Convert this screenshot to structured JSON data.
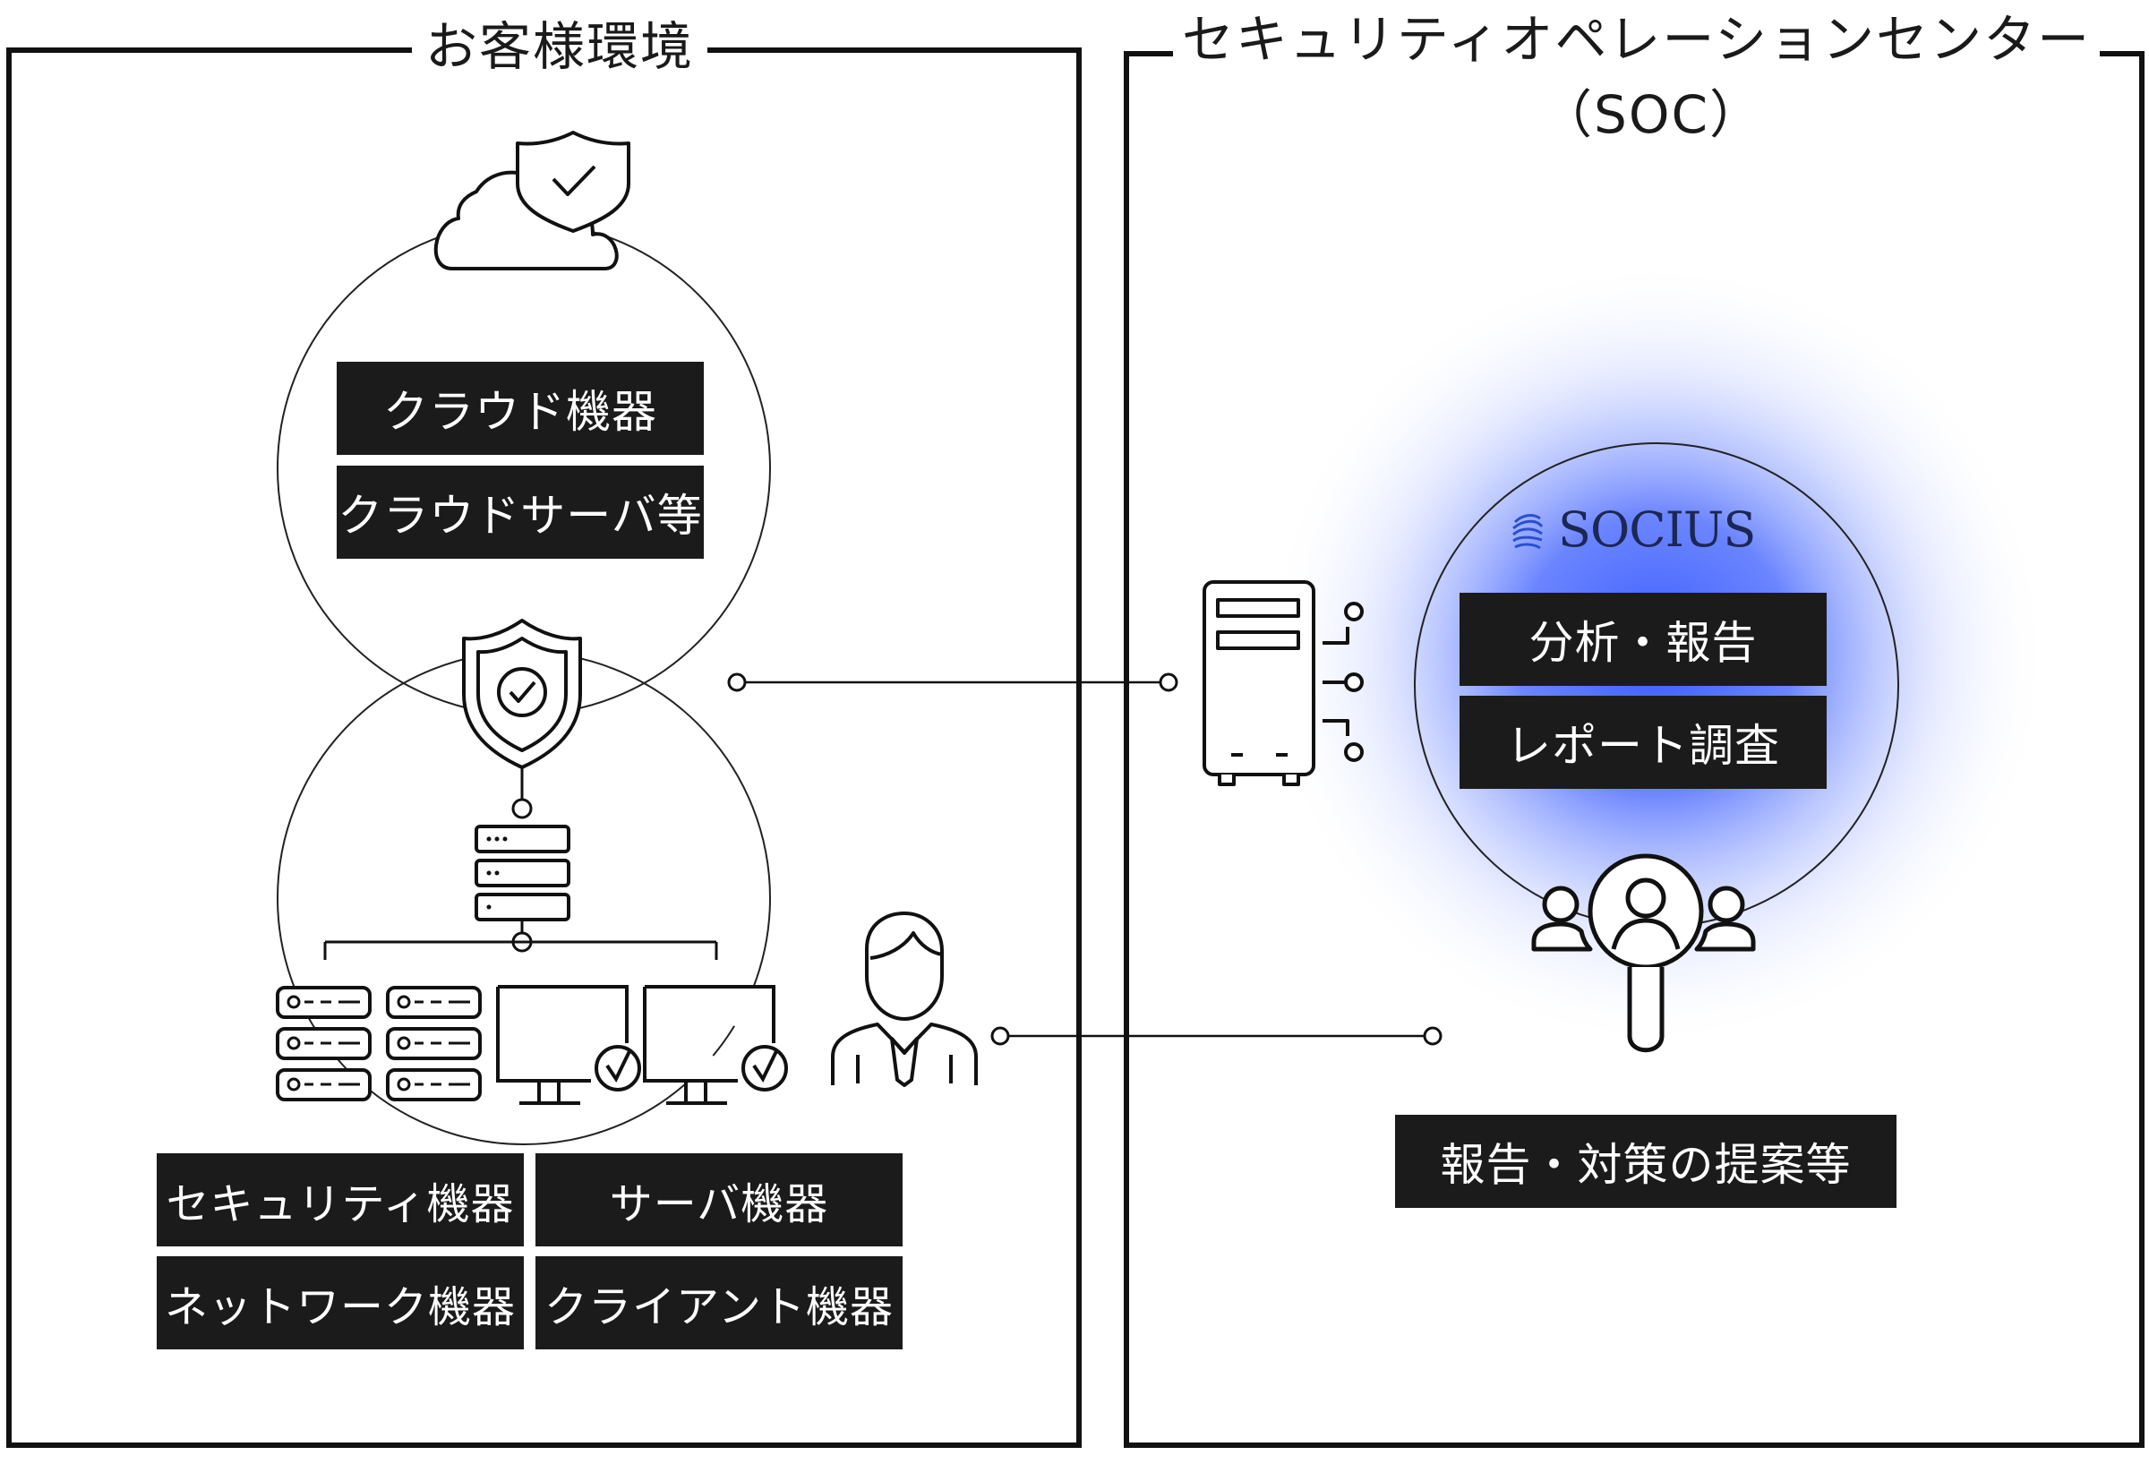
{
  "left_panel": {
    "title": "お客様環境",
    "cloud_labels": [
      "クラウド機器",
      "クラウドサーバ等"
    ],
    "device_labels": [
      "セキュリティ機器",
      "サーバ機器",
      "ネットワーク機器",
      "クライアント機器"
    ]
  },
  "right_panel": {
    "title_line1": "セキュリティオペレーションセンター",
    "title_line2": "（SOC）",
    "brand": "SOCIUS",
    "soc_labels": [
      "分析・報告",
      "レポート調査"
    ],
    "output_label": "報告・対策の提案等"
  },
  "colors": {
    "label_bg": "#1b1b1b",
    "label_text": "#ffffff",
    "line": "#1a1a1a",
    "glow": "#3a5cff",
    "brand": "#1c2754"
  },
  "icons": [
    "cloud-shield-icon",
    "shield-check-icon",
    "server-stack-icon",
    "server-rack-icon",
    "monitor-check-icon",
    "person-icon",
    "soc-server-icon",
    "team-magnifier-icon",
    "socius-logo-icon"
  ]
}
